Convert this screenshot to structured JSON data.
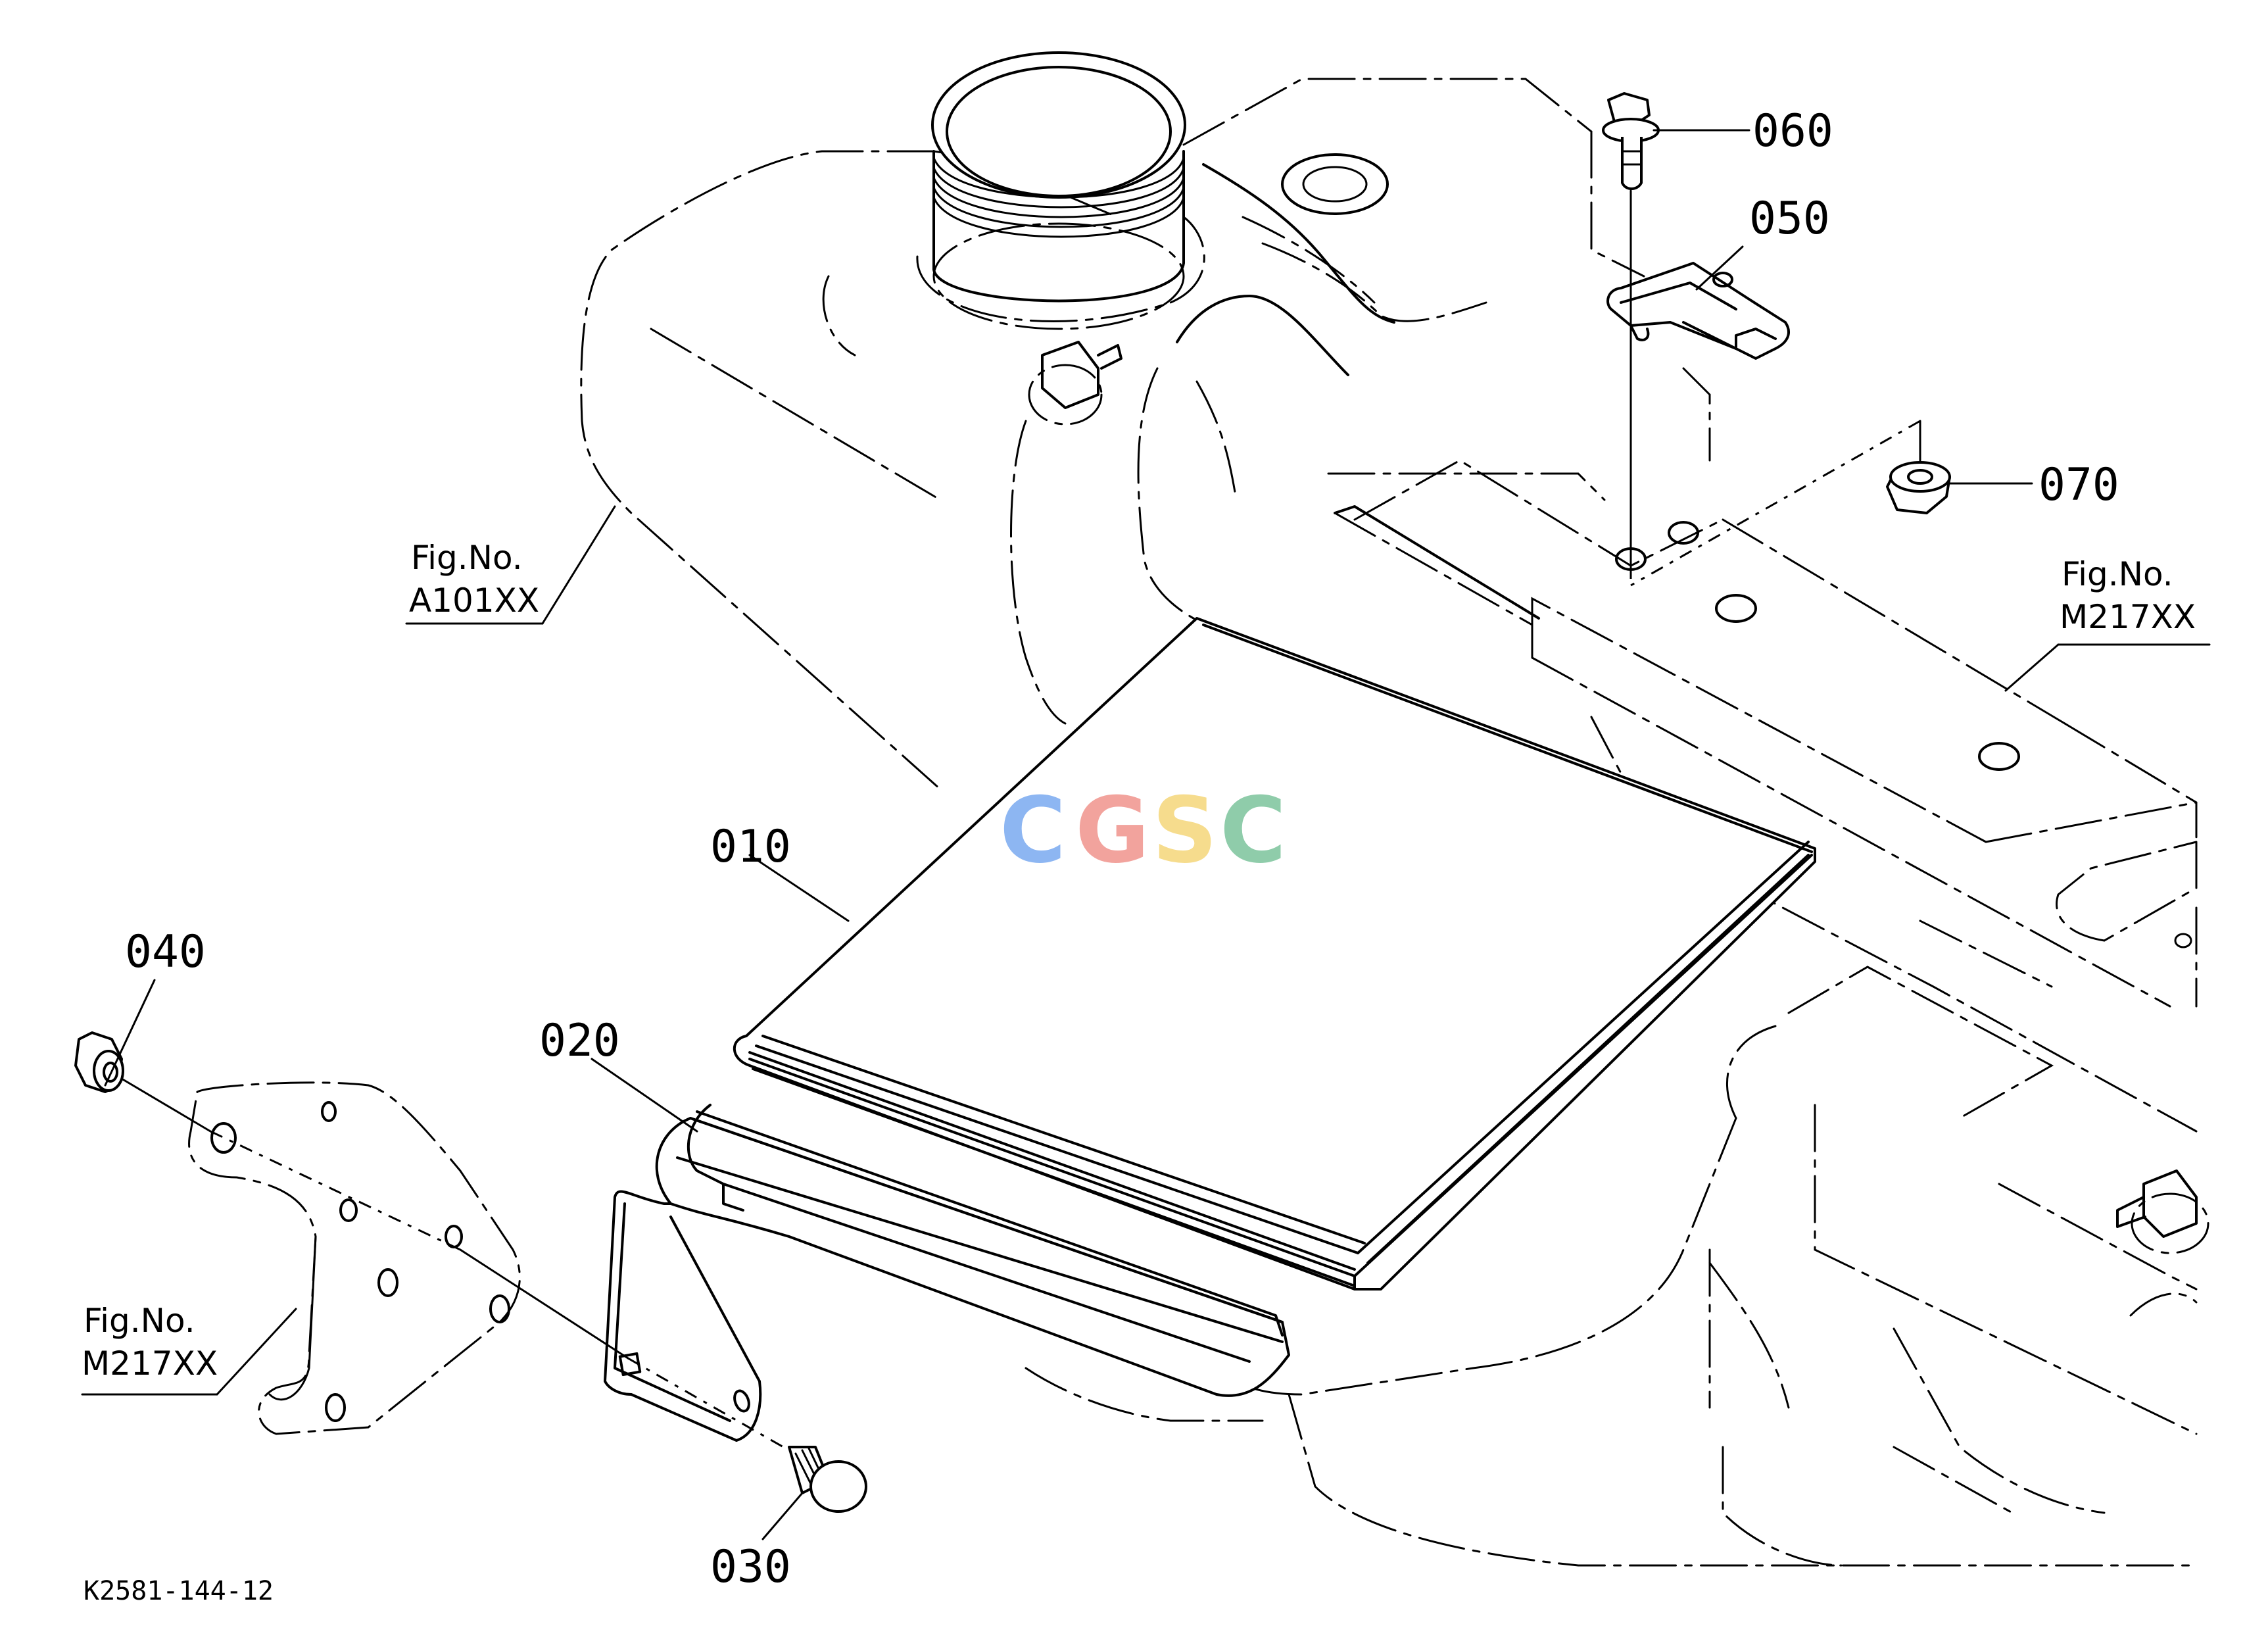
{
  "parts": [
    {
      "id": "010",
      "label": "010"
    },
    {
      "id": "020",
      "label": "020"
    },
    {
      "id": "030",
      "label": "030"
    },
    {
      "id": "040",
      "label": "040"
    },
    {
      "id": "050",
      "label": "050"
    },
    {
      "id": "060",
      "label": "060"
    },
    {
      "id": "070",
      "label": "070"
    }
  ],
  "fig_refs": [
    {
      "line1": "Fig.No.",
      "line2": "A101XX"
    },
    {
      "line1": "Fig.No.",
      "line2": "M217XX"
    },
    {
      "line1": "Fig.No.",
      "line2": "M217XX"
    }
  ],
  "drawing_code": "K2581-144-12",
  "watermark": {
    "letters": [
      "C",
      "G",
      "S",
      "C"
    ],
    "colors": [
      "#7aaaf0",
      "#f0938c",
      "#f5d77a",
      "#7cc49c"
    ]
  }
}
